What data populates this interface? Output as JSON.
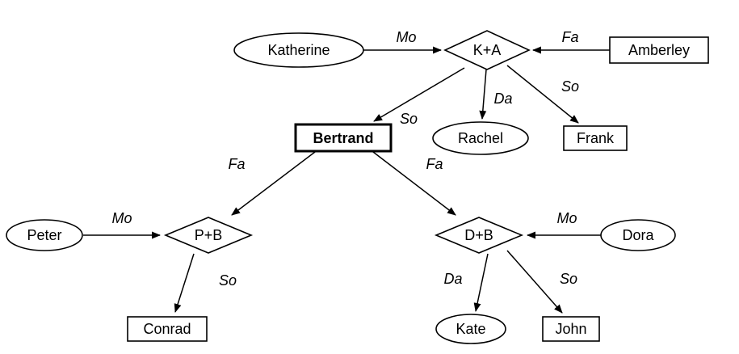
{
  "diagram": {
    "type": "family-tree-graph",
    "colors": {
      "stroke": "#000000",
      "text": "#000000",
      "background": "#ffffff"
    },
    "nodes": {
      "katherine": {
        "label": "Katherine",
        "shape": "ellipse"
      },
      "ka": {
        "label": "K+A",
        "shape": "diamond"
      },
      "amberley": {
        "label": "Amberley",
        "shape": "rect"
      },
      "bertrand": {
        "label": "Bertrand",
        "shape": "rect-bold"
      },
      "rachel": {
        "label": "Rachel",
        "shape": "ellipse"
      },
      "frank": {
        "label": "Frank",
        "shape": "rect"
      },
      "peter": {
        "label": "Peter",
        "shape": "ellipse"
      },
      "pb": {
        "label": "P+B",
        "shape": "diamond"
      },
      "db": {
        "label": "D+B",
        "shape": "diamond"
      },
      "dora": {
        "label": "Dora",
        "shape": "ellipse"
      },
      "conrad": {
        "label": "Conrad",
        "shape": "rect"
      },
      "kate": {
        "label": "Kate",
        "shape": "ellipse"
      },
      "john": {
        "label": "John",
        "shape": "rect"
      }
    },
    "edges": {
      "katherine_ka": {
        "from": "Katherine",
        "to": "K+A",
        "label": "Mo"
      },
      "amberley_ka": {
        "from": "Amberley",
        "to": "K+A",
        "label": "Fa"
      },
      "ka_bertrand": {
        "from": "K+A",
        "to": "Bertrand",
        "label": "So"
      },
      "ka_rachel": {
        "from": "K+A",
        "to": "Rachel",
        "label": "Da"
      },
      "ka_frank": {
        "from": "K+A",
        "to": "Frank",
        "label": "So"
      },
      "bertrand_pb": {
        "from": "Bertrand",
        "to": "P+B",
        "label": "Fa"
      },
      "bertrand_db": {
        "from": "Bertrand",
        "to": "D+B",
        "label": "Fa"
      },
      "peter_pb": {
        "from": "Peter",
        "to": "P+B",
        "label": "Mo"
      },
      "dora_db": {
        "from": "Dora",
        "to": "D+B",
        "label": "Mo"
      },
      "pb_conrad": {
        "from": "P+B",
        "to": "Conrad",
        "label": "So"
      },
      "db_kate": {
        "from": "D+B",
        "to": "Kate",
        "label": "Da"
      },
      "db_john": {
        "from": "D+B",
        "to": "John",
        "label": "So"
      }
    }
  }
}
